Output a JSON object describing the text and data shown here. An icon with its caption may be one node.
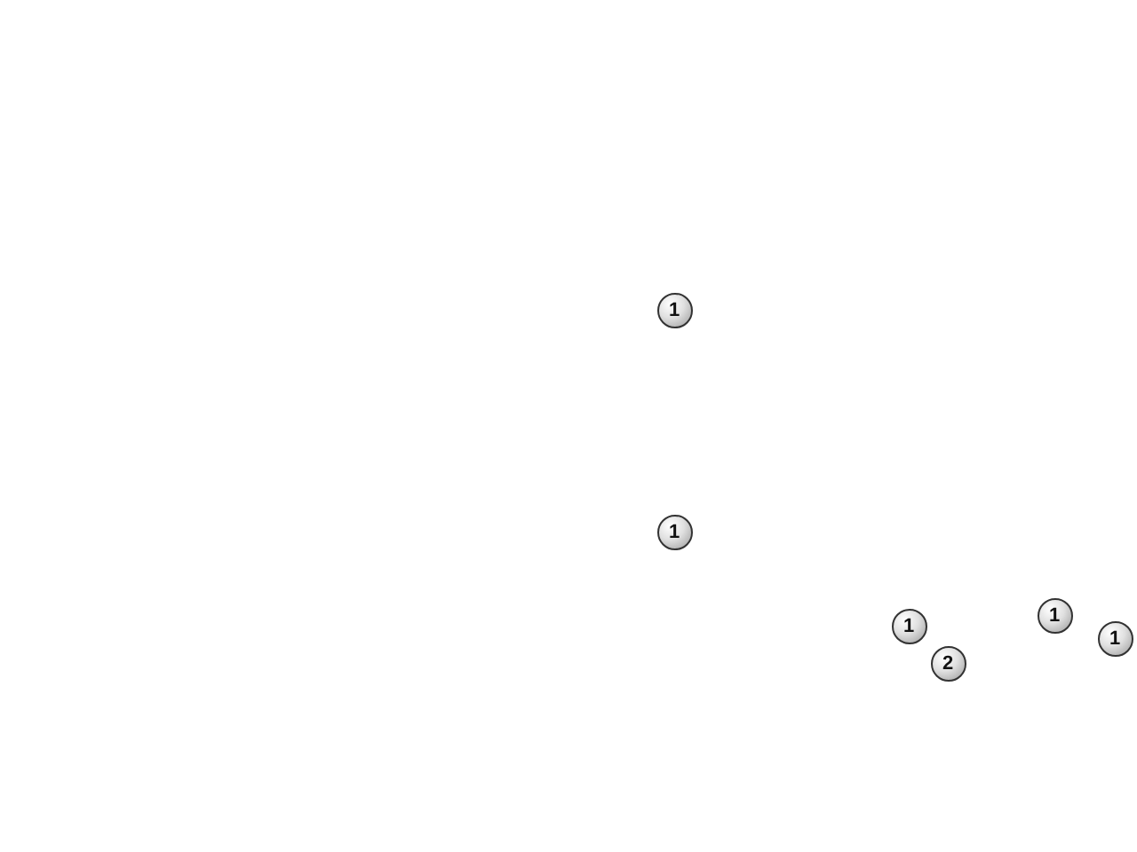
{
  "diagram": {
    "labels": [
      "1",
      "1",
      "1",
      "1",
      "1",
      "2"
    ]
  }
}
